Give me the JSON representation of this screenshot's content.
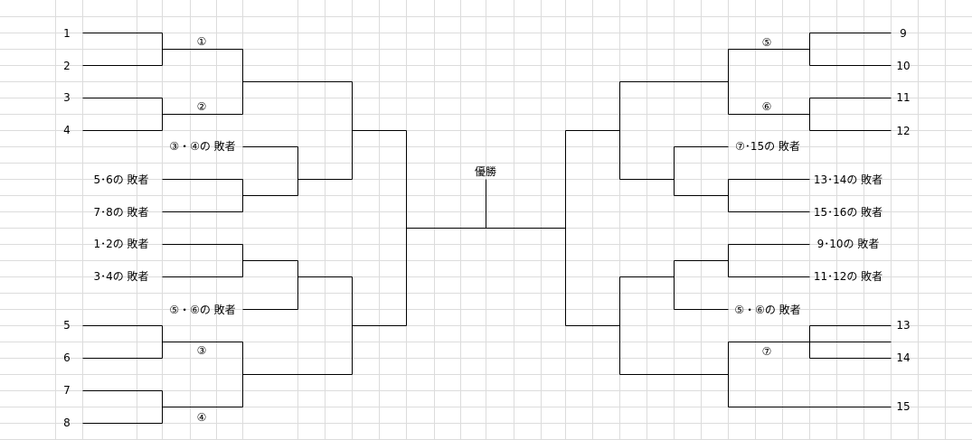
{
  "sheet": {
    "grid_color": "#dcdcdc",
    "line_color": "#000000"
  },
  "labels": {
    "seed_1": "1",
    "seed_2": "2",
    "seed_3": "3",
    "seed_4": "4",
    "seed_5": "5",
    "seed_6": "6",
    "seed_7": "7",
    "seed_8": "8",
    "seed_9": "9",
    "seed_10": "10",
    "seed_11": "11",
    "seed_12": "12",
    "seed_13": "13",
    "seed_14": "14",
    "seed_15": "15",
    "match_1": "①",
    "match_2": "②",
    "match_3": "③",
    "match_4": "④",
    "match_5": "⑤",
    "match_6": "⑥",
    "match_7": "⑦",
    "loser_3_4_circ": "③・④の 敗者",
    "loser_5_6": "5･6の 敗者",
    "loser_7_8": "7･8の 敗者",
    "loser_1_2": "1･2の 敗者",
    "loser_3_4": "3･4の 敗者",
    "loser_5_6_circ_left": "⑤・⑥の 敗者",
    "loser_7_15": "⑦･15の 敗者",
    "loser_13_14": "13･14の 敗者",
    "loser_15_16": "15･16の 敗者",
    "loser_9_10": "9･10の 敗者",
    "loser_11_12": "11･12の 敗者",
    "loser_5_6_circ_right": "⑤・⑥の 敗者",
    "champion": "優勝"
  }
}
